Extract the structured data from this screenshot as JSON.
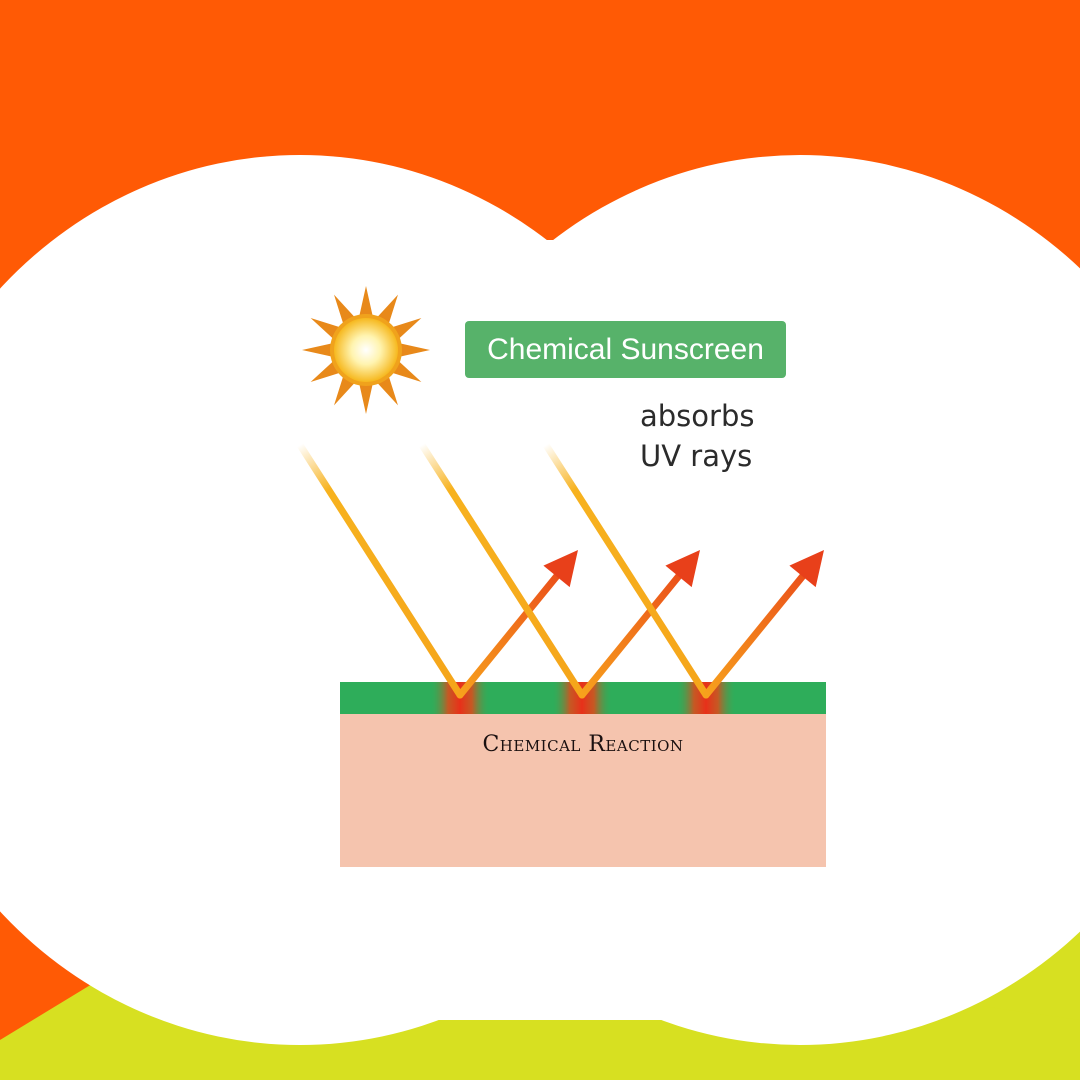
{
  "diagram": {
    "label": "Chemical Sunscreen",
    "note_lines": [
      "absorbs",
      "UV rays"
    ],
    "layer_caption": "Chemical Reaction",
    "rays_count": 3
  },
  "colors": {
    "background_orange": "#FF5A05",
    "background_lime": "#D7E021",
    "label_green": "#57B26A",
    "sunscreen_green": "#2EAD5A",
    "skin": "#F5C4AE",
    "incoming_ray": "#F7B21E",
    "emitted_ray": "#E8401A",
    "sun_core": "#FBE06A",
    "sun_rays": "#E8891A"
  },
  "icons": {
    "sun": "sun-icon",
    "arrow": "arrow-up-right-icon"
  }
}
